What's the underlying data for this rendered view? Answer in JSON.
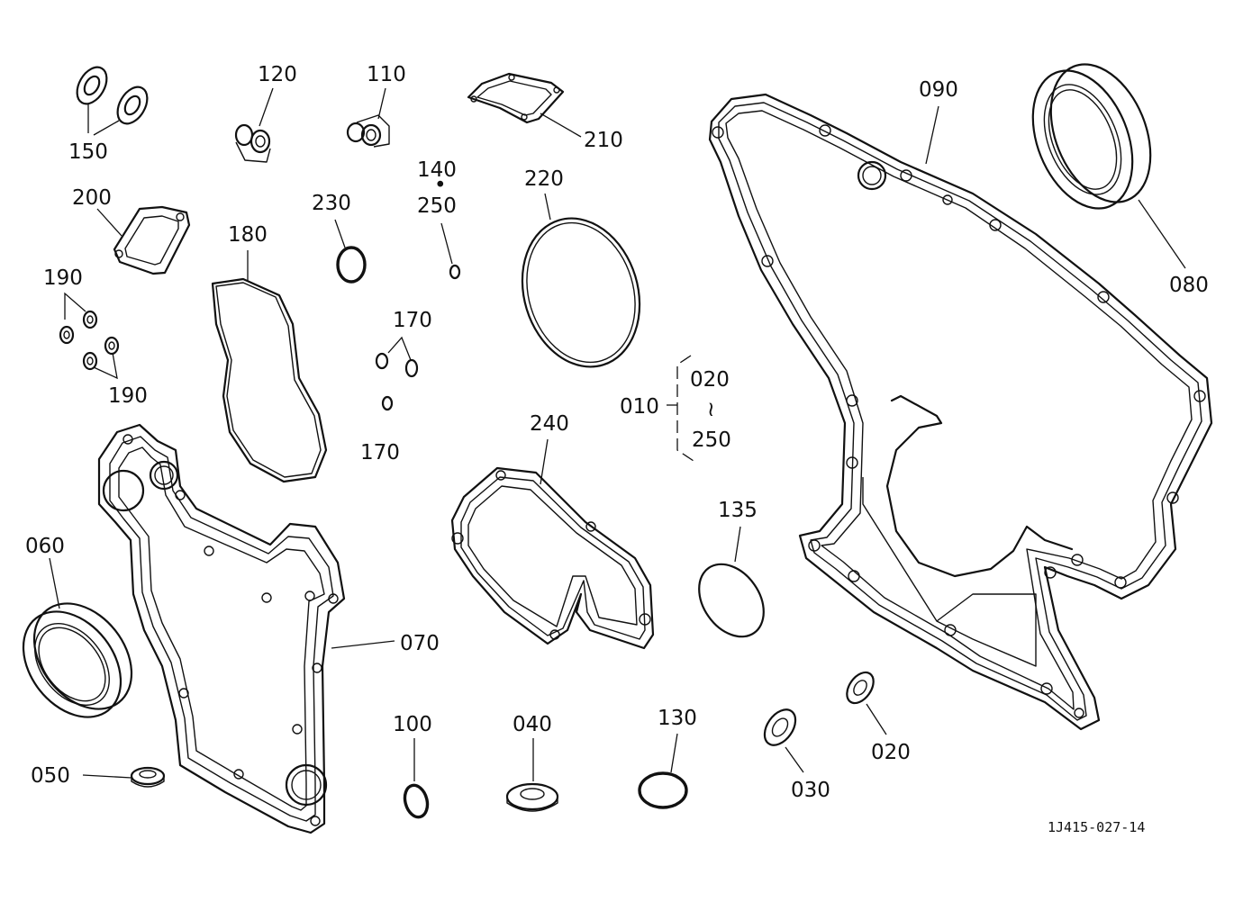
{
  "labels": {
    "p010": "010",
    "p020a": "020",
    "p020b": "020",
    "p030": "030",
    "p040": "040",
    "p050": "050",
    "p060": "060",
    "p070": "070",
    "p080": "080",
    "p090": "090",
    "p100": "100",
    "p110": "110",
    "p120": "120",
    "p130": "130",
    "p135": "135",
    "p140": "140",
    "p150": "150",
    "p170a": "170",
    "p170b": "170",
    "p180": "180",
    "p190a": "190",
    "p190b": "190",
    "p200": "200",
    "p210": "210",
    "p220": "220",
    "p230": "230",
    "p240": "240",
    "p250a": "250",
    "p250b": "250",
    "range_symbol": "≀",
    "dot": "•"
  },
  "diagram_code": "1J415-027-14"
}
